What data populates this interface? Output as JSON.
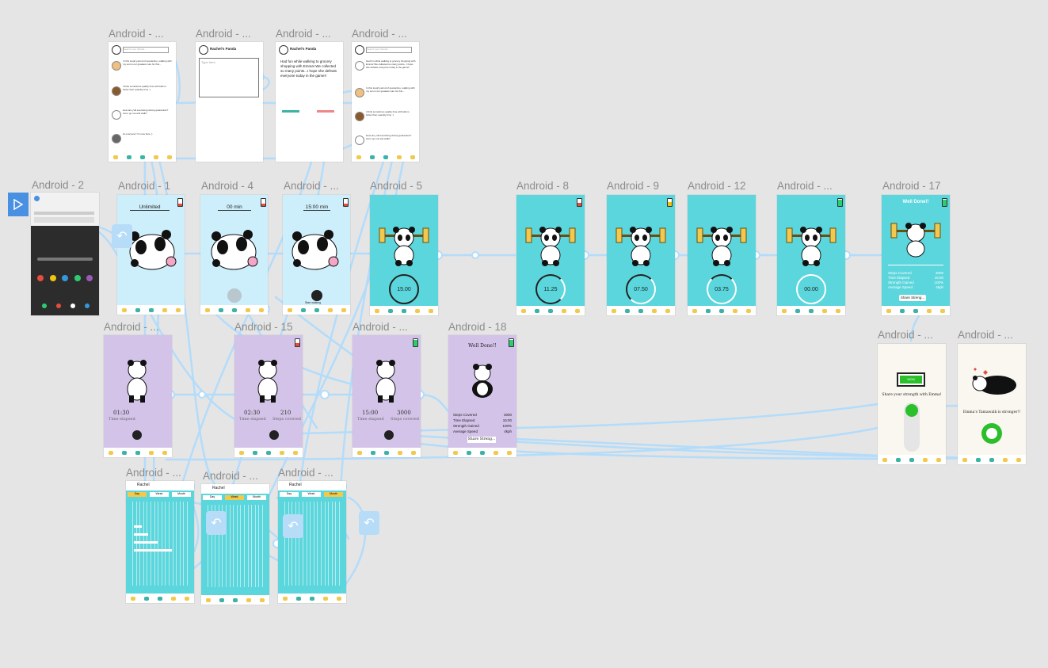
{
  "canvas": {
    "background": "#e5e5e5",
    "wire_color": "#b3dcfb"
  },
  "frame_titles": {
    "feed_a": "Android - ...",
    "post_editor": "Android - ...",
    "post_preview": "Android - ...",
    "feed_b": "Android - ...",
    "a2": "Android - 2",
    "a1": "Android - 1",
    "a4": "Android - 4",
    "sleep3": "Android - ...",
    "a5": "Android - 5",
    "a8": "Android - 8",
    "a9": "Android - 9",
    "a12": "Android - 12",
    "workout4": "Android - ...",
    "a17": "Android - 17",
    "lav1": "Android - ...",
    "a15": "Android - 15",
    "lav3": "Android - ...",
    "a18": "Android - 18",
    "share": "Android - ...",
    "tamawalk": "Android - ...",
    "chart1": "Android - ...",
    "chart2": "Android - ...",
    "chart3": "Android - ..."
  },
  "feed": {
    "search_placeholder": "Search your friends...",
    "posts": [
      "In this tough period of quarantine, walking with my son is our greatest cure for this...",
      "I think sometimes quality time with kids is better than quantity time :)",
      "How are y'all exercising during quarantine? Can I go out and walk?",
      "Hi everyone! I'm new here :)"
    ],
    "post_preview_text": "Had fun while walking to grocery shopping with Emma! We collected so many points...I hope she defeats everyone today in the game!!"
  },
  "editor": {
    "panda_name": "Rachel's Panda",
    "placeholder": "Type here"
  },
  "sleep_screens": {
    "a1_time": "Unlimited",
    "a4_time": "00 min",
    "s3_time": "15:00 min",
    "s3_caption": "Start walking"
  },
  "workout_screens": {
    "a5_time": "15.00",
    "a8_time": "11.25",
    "a9_time": "07.50",
    "a12_time": "03.75",
    "w4_time": "00.00"
  },
  "well_done": {
    "title": "Well Done!!",
    "share_button": "Share Streng...",
    "stats": [
      {
        "label": "Steps Covered",
        "value": "3000"
      },
      {
        "label": "Time Elapsed",
        "value": "15:00"
      },
      {
        "label": "Strength Gained",
        "value": "100%"
      },
      {
        "label": "Average Speed",
        "value": "4kph"
      }
    ]
  },
  "lavender_screens": {
    "lav1_time": "01:30",
    "lav1_caption": "Time elapsed",
    "a15_time": "02:30",
    "a15_steps": "210",
    "a15_time_caption": "Time elapsed",
    "a15_steps_caption": "Steps covered",
    "lav3_time": "15:00",
    "lav3_steps": "3000",
    "a18_title": "Well Done!!",
    "a18_button": "Share Streng..."
  },
  "share_screen": {
    "battery_label": "100%",
    "caption": "Share your strength with Emma!"
  },
  "tama_screen": {
    "caption": "Emma's Tamawalk is stronger!!"
  },
  "charts": {
    "user_name": "Rachel",
    "tabs": [
      "Day",
      "Week",
      "Month"
    ]
  },
  "icons": {
    "prototype_start": "play-icon",
    "back_button": "back-arrow-icon"
  }
}
